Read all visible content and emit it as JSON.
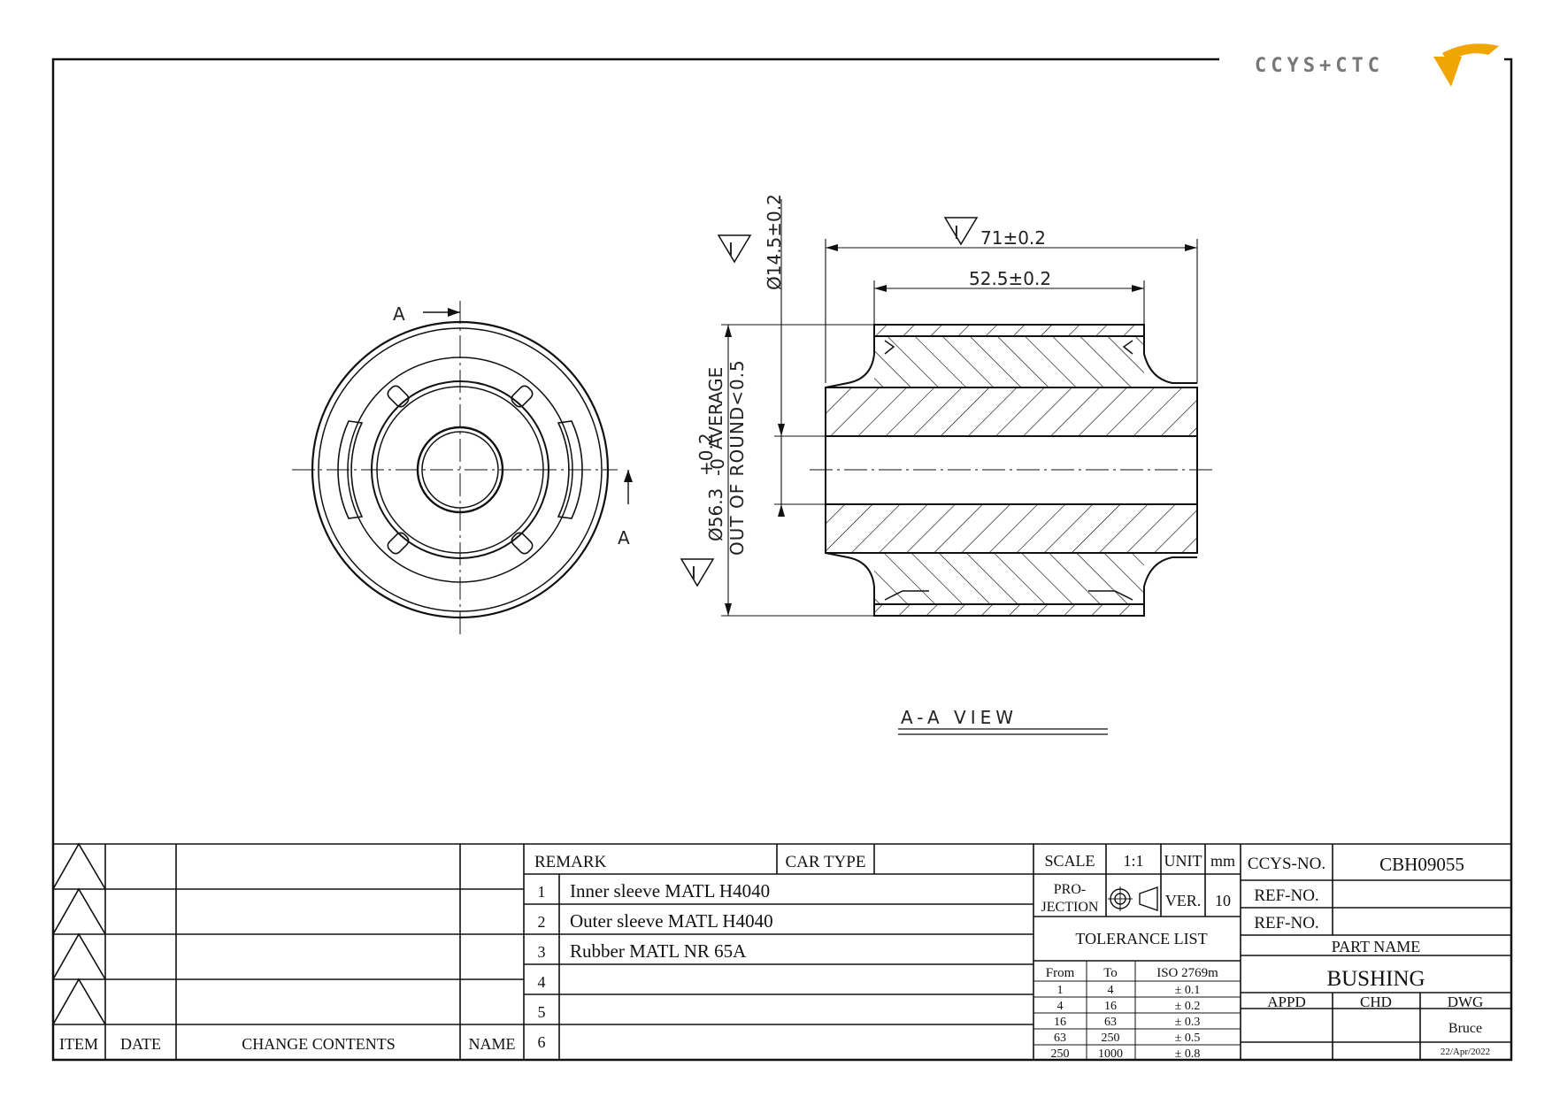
{
  "brand": {
    "name": "CCYS+CTC",
    "accent": "#f0a500",
    "text_color": "#777777"
  },
  "section_markers": {
    "left": "A",
    "right": "A"
  },
  "view_title": "A-A VIEW",
  "dimensions": {
    "overall_length": "71±0.2",
    "outer_sleeve_length": "52.5±0.2",
    "inner_diameter": "Ø14.5±0.2",
    "outer_diameter": "Ø56.3",
    "outer_diameter_tol_upper": "+0.2",
    "outer_diameter_tol_lower": "-0",
    "outer_diameter_note": "AVERAGE",
    "out_of_round": "OUT OF ROUND<0.5",
    "inspection_mark": "I"
  },
  "revision_table": {
    "headers": {
      "item": "ITEM",
      "date": "DATE",
      "change": "CHANGE CONTENTS",
      "name": "NAME"
    }
  },
  "remarks": {
    "header": "REMARK",
    "car_type_label": "CAR TYPE",
    "car_type_value": "",
    "rows": [
      {
        "no": "1",
        "text": "Inner sleeve MATL H4040"
      },
      {
        "no": "2",
        "text": "Outer sleeve MATL H4040"
      },
      {
        "no": "3",
        "text": "Rubber MATL NR 65A"
      },
      {
        "no": "4",
        "text": ""
      },
      {
        "no": "5",
        "text": ""
      },
      {
        "no": "6",
        "text": ""
      }
    ]
  },
  "title_block": {
    "scale_label": "SCALE",
    "scale_value": "1:1",
    "unit_label": "UNIT",
    "unit_value": "mm",
    "projection_label_1": "PRO-",
    "projection_label_2": "JECTION",
    "ver_label": "VER.",
    "ver_value": "10",
    "tolerance_title": "TOLERANCE LIST",
    "tolerance_headers": [
      "From",
      "To",
      "ISO 2769m"
    ],
    "tolerance_rows": [
      [
        "1",
        "4",
        "± 0.1"
      ],
      [
        "4",
        "16",
        "± 0.2"
      ],
      [
        "16",
        "63",
        "± 0.3"
      ],
      [
        "63",
        "250",
        "± 0.5"
      ],
      [
        "250",
        "1000",
        "± 0.8"
      ]
    ],
    "ccys_no_label": "CCYS-NO.",
    "ccys_no_value": "CBH09055",
    "ref_no_label_1": "REF-NO.",
    "ref_no_label_2": "REF-NO.",
    "part_name_label": "PART NAME",
    "part_name_value": "BUSHING",
    "appd_label": "APPD",
    "chd_label": "CHD",
    "dwg_label": "DWG",
    "dwg_name": "Bruce",
    "dwg_date": "22/Apr/2022"
  }
}
